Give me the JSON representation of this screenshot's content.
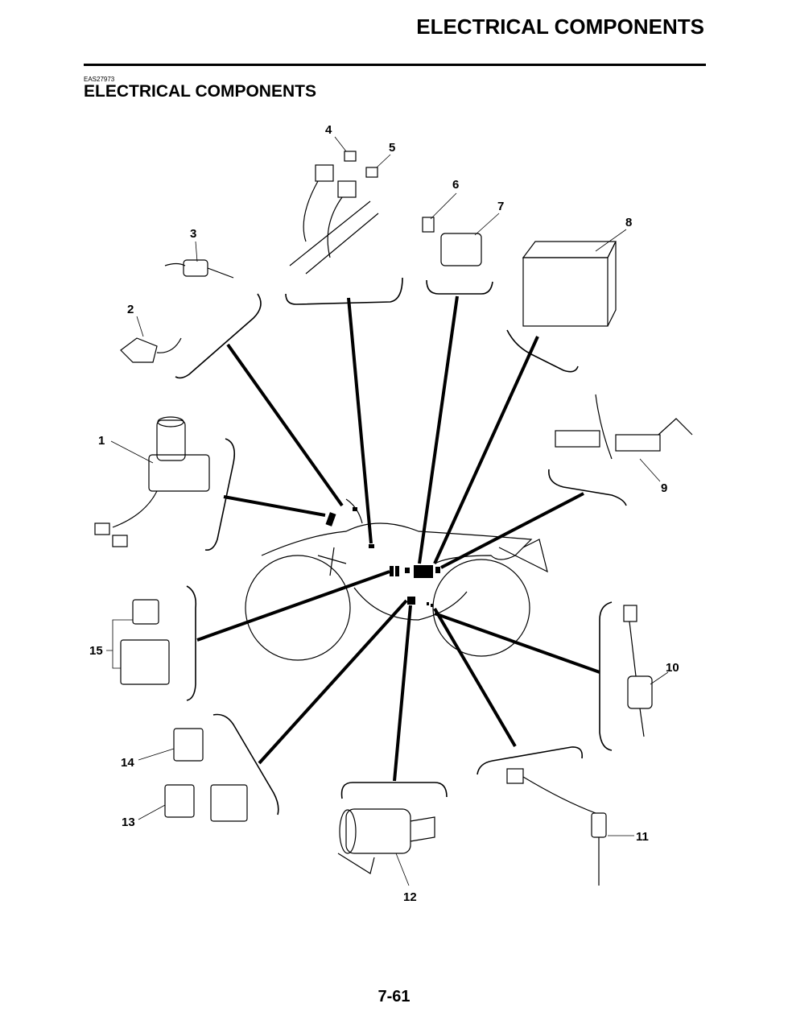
{
  "header": {
    "running_title": "ELECTRICAL COMPONENTS"
  },
  "section": {
    "code": "EAS27973",
    "title": "ELECTRICAL COMPONENTS"
  },
  "callouts": [
    "1",
    "2",
    "3",
    "4",
    "5",
    "6",
    "7",
    "8",
    "9",
    "10",
    "11",
    "12",
    "13",
    "14",
    "15"
  ],
  "footer": {
    "page_number": "7-61"
  }
}
